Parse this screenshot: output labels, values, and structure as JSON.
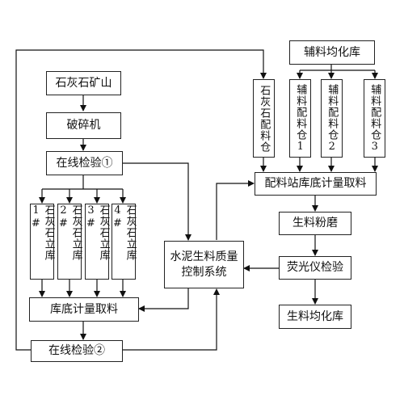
{
  "nodes": {
    "quarry": "石灰石矿山",
    "crusher": "破碎机",
    "online_test_1": "在线检验①",
    "limestone_silos": [
      {
        "label": "石灰石立库1#"
      },
      {
        "label": "石灰石立库2#"
      },
      {
        "label": "石灰石立库3#"
      },
      {
        "label": "石灰石立库4#"
      }
    ],
    "bottom_metering": "库底计量取料",
    "online_test_2": "在线检验②",
    "quality_control": "水泥生料质量控制系统",
    "aux_homogenizing": "辅料均化库",
    "top_silos": [
      {
        "label": "石灰石配料仓"
      },
      {
        "label": "辅料配料仓1"
      },
      {
        "label": "辅料配料仓2"
      },
      {
        "label": "辅料配料仓3"
      }
    ],
    "batching_metering": "配料站库底计量取料",
    "raw_mill": "生料粉磨",
    "xrf_test": "荧光仪检验",
    "raw_homogenizing": "生料均化库"
  }
}
